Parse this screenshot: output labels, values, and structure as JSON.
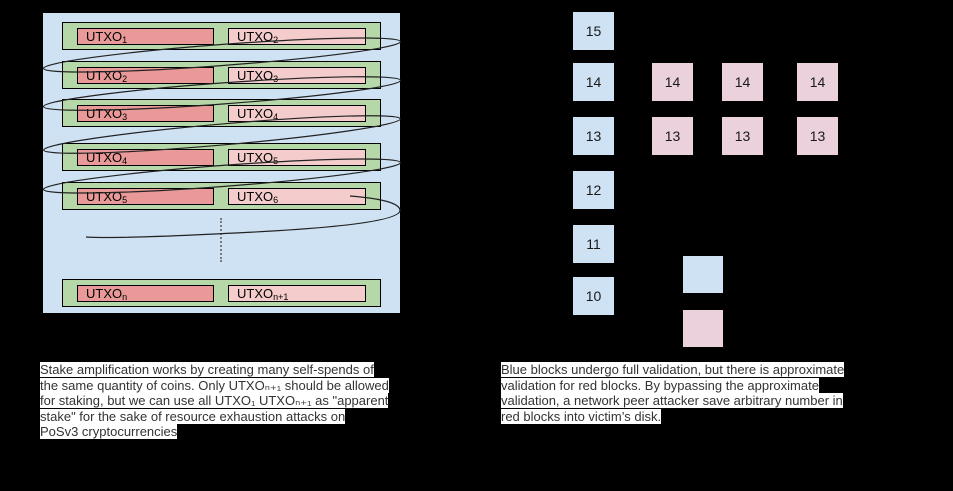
{
  "colors": {
    "page_background": "#000000",
    "utxo_container_fill": "#cfe2f3",
    "transaction_row_fill": "#b6d7a8",
    "utxo_spent_fill": "#ea9999",
    "utxo_created_fill": "#f4cccc",
    "block_full_validation_fill": "#cfe2f3",
    "block_approx_validation_fill": "#ead1dc",
    "stroke": "#000000",
    "caption_highlight": "#ffffff"
  },
  "left_panel": {
    "rows": [
      {
        "left": {
          "base": "UTXO",
          "sub": "1"
        },
        "right": {
          "base": "UTXO",
          "sub": "2"
        }
      },
      {
        "left": {
          "base": "UTXO",
          "sub": "2"
        },
        "right": {
          "base": "UTXO",
          "sub": "3"
        }
      },
      {
        "left": {
          "base": "UTXO",
          "sub": "3"
        },
        "right": {
          "base": "UTXO",
          "sub": "4"
        }
      },
      {
        "left": {
          "base": "UTXO",
          "sub": "4"
        },
        "right": {
          "base": "UTXO",
          "sub": "5"
        }
      },
      {
        "left": {
          "base": "UTXO",
          "sub": "5"
        },
        "right": {
          "base": "UTXO",
          "sub": "6"
        }
      },
      {
        "left": {
          "base": "UTXO",
          "sub": "n"
        },
        "right": {
          "base": "UTXO",
          "sub": "n+1"
        }
      }
    ],
    "caption": "Stake amplification works by creating many self-spends of\nthe same quantity of coins. Only UTXOₙ₊₁ should be allowed\nfor staking, but we can use all UTXO₁ UTXOₙ₊₁ as \"apparent\nstake\" for the sake of resource exhaustion attacks on\nPoSv3 cryptocurrencies"
  },
  "right_panel": {
    "main_chain_blocks": [
      "15",
      "14",
      "13",
      "12",
      "11",
      "10"
    ],
    "fork_columns": [
      {
        "blocks": [
          "14",
          "13"
        ]
      },
      {
        "blocks": [
          "14",
          "13"
        ]
      },
      {
        "blocks": [
          "14",
          "13"
        ]
      }
    ],
    "legend": {
      "full_validation_swatch_color": "#cfe2f3",
      "approx_validation_swatch_color": "#ead1dc"
    },
    "caption": "Blue blocks undergo full validation, but there is approximate\nvalidation for red blocks. By bypassing the approximate\nvalidation, a network peer attacker save arbitrary number in\nred blocks into victim’s disk."
  }
}
